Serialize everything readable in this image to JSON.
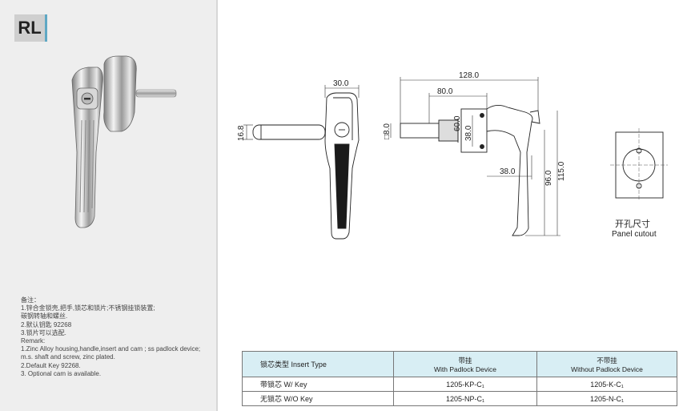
{
  "badge": "RL",
  "notes": {
    "title": "备注：",
    "lines": [
      "1.锌合金锁壳,把手,锁芯和锁片;不锈钢挂锁装置;",
      "碳钢转轴和螺丝.",
      "2.默认钥匙 92268",
      "3.锁片可以选配.",
      "Remark:",
      "1.Zinc Alloy housing,handle,insert and cam ; ss padlock device;",
      "m.s. shaft and screw, zinc plated.",
      "2.Default Key 92268.",
      "3. Optional cam is available."
    ]
  },
  "dimensions": {
    "front_width": "30.0",
    "front_height": "16.8",
    "side_total": "128.0",
    "side_shaft": "80.0",
    "shaft_dia": "□8.0",
    "flange_60": "60.0",
    "flange_38": "38.0",
    "base_38": "38.0",
    "height_96": "96.0",
    "height_115": "115.0"
  },
  "cutout": {
    "label_cn": "开孔尺寸",
    "label_en": "Panel cutout"
  },
  "table": {
    "headers": [
      {
        "cn": "锁芯类型 Insert Type",
        "en": ""
      },
      {
        "cn": "带挂",
        "en": "With Padlock Device"
      },
      {
        "cn": "不带挂",
        "en": "Without Padlock Device"
      }
    ],
    "rows": [
      {
        "type": "带锁芯  W/ Key",
        "with": "1205-KP-C₁",
        "without": "1205-K-C₁"
      },
      {
        "type": "无锁芯  W/O Key",
        "with": "1205-NP-C₁",
        "without": "1205-N-C₁"
      }
    ]
  }
}
